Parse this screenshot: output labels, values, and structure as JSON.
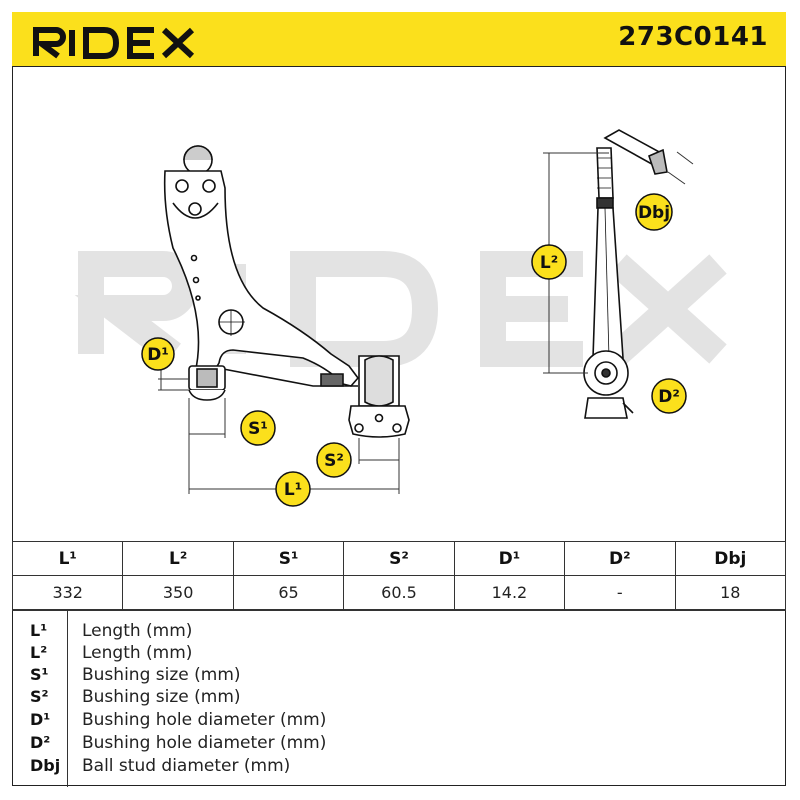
{
  "header": {
    "brand": "RIDEX",
    "part_number": "273C0141",
    "brand_color": "#fbe01c"
  },
  "drawing": {
    "watermark": "RIDEX",
    "labels": {
      "D1": "D¹",
      "S1": "S¹",
      "S2": "S²",
      "L1": "L¹",
      "L2": "L²",
      "D2": "D²",
      "Dbj": "Dbj"
    }
  },
  "spec_table": {
    "headers": [
      "L¹",
      "L²",
      "S¹",
      "S²",
      "D¹",
      "D²",
      "Dbj"
    ],
    "values": [
      "332",
      "350",
      "65",
      "60.5",
      "14.2",
      "-",
      "18"
    ]
  },
  "legend": [
    {
      "key": "L¹",
      "desc": "Length (mm)"
    },
    {
      "key": "L²",
      "desc": "Length (mm)"
    },
    {
      "key": "S¹",
      "desc": "Bushing size (mm)"
    },
    {
      "key": "S²",
      "desc": "Bushing size (mm)"
    },
    {
      "key": "D¹",
      "desc": "Bushing hole diameter (mm)"
    },
    {
      "key": "D²",
      "desc": "Bushing hole diameter (mm)"
    },
    {
      "key": "Dbj",
      "desc": "Ball stud diameter (mm)"
    }
  ]
}
